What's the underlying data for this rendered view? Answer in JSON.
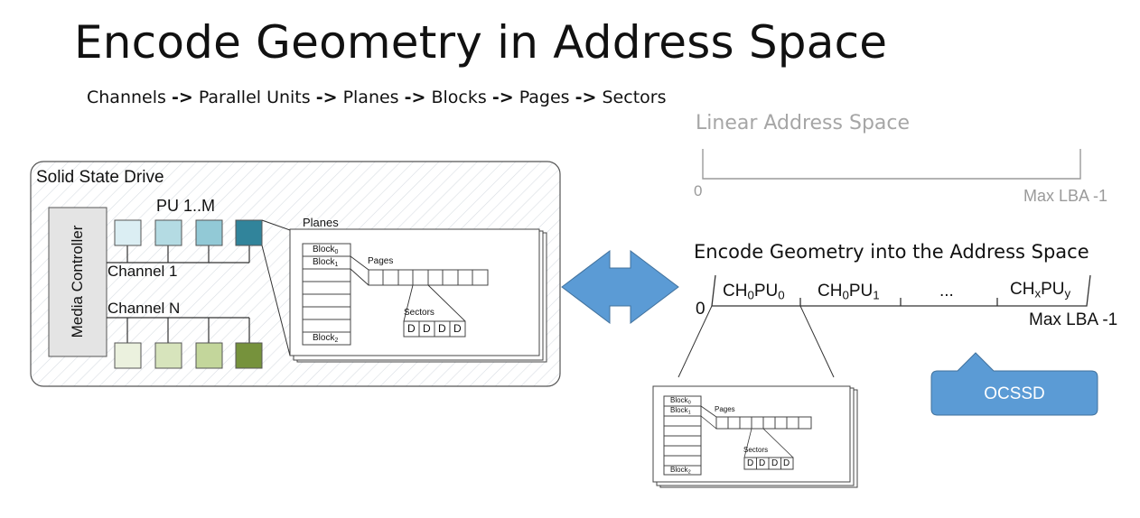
{
  "title": "Encode Geometry in Address Space",
  "subtitle": {
    "parts": [
      "Channels",
      "->",
      "Parallel Units",
      "->",
      "Planes",
      "->",
      "Blocks",
      "->",
      "Pages",
      "->",
      "Sectors"
    ]
  },
  "ssd": {
    "label": "Solid State Drive",
    "controller": "Media Controller",
    "pu_label": "PU 1..M",
    "channel_1": "Channel 1",
    "channel_n": "Channel N",
    "planes_label": "Planes",
    "block0": "Block",
    "block0_sub": "0",
    "block1": "Block",
    "block1_sub": "1",
    "block2": "Block",
    "block2_sub": "2",
    "pages": "Pages",
    "sectors": "Sectors",
    "sector_cells": [
      "D",
      "D",
      "D",
      "D"
    ],
    "pu_colors_top": [
      "#dbeef3",
      "#b4dbe3",
      "#92c9d6",
      "#31849b"
    ],
    "pu_colors_bottom": [
      "#ebf1de",
      "#d7e4bc",
      "#c3d69b",
      "#76923c"
    ]
  },
  "linear": {
    "label": "Linear Address Space",
    "start": "0",
    "end": "Max LBA -1"
  },
  "encode": {
    "label": "Encode Geometry into the Address Space",
    "start": "0",
    "end": "Max LBA -1",
    "segments": [
      {
        "a": "CH",
        "a_sub": "0",
        "b": "PU",
        "b_sub": "0"
      },
      {
        "a": "CH",
        "a_sub": "0",
        "b": "PU",
        "b_sub": "1"
      },
      {
        "a": "...",
        "a_sub": "",
        "b": "",
        "b_sub": ""
      },
      {
        "a": "CH",
        "a_sub": "x",
        "b": "PU",
        "b_sub": "y"
      }
    ]
  },
  "callout": {
    "label": "OCSSD",
    "color": "#5b9bd5"
  },
  "arrow_color": "#5b9bd5"
}
